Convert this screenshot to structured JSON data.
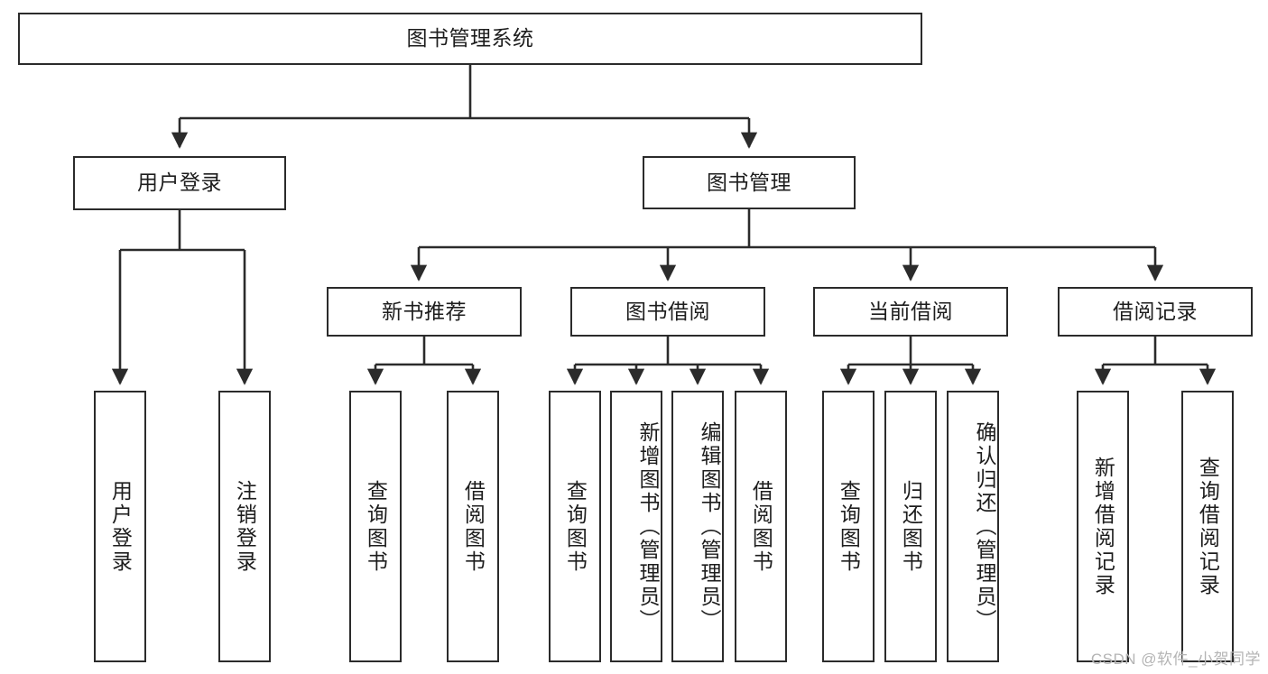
{
  "diagram": {
    "title_node": {
      "label": "图书管理系统"
    },
    "level2": [
      {
        "id": "user-login",
        "label": "用户登录"
      },
      {
        "id": "book-management",
        "label": "图书管理"
      }
    ],
    "level3": [
      {
        "id": "new-book-recommend",
        "label": "新书推荐"
      },
      {
        "id": "book-borrow",
        "label": "图书借阅"
      },
      {
        "id": "current-borrow",
        "label": "当前借阅"
      },
      {
        "id": "borrow-record",
        "label": "借阅记录"
      }
    ],
    "leaves": {
      "user_login": [
        {
          "id": "leaf-user-login",
          "label": "用户登录"
        },
        {
          "id": "leaf-logout-login",
          "label": "注销登录"
        }
      ],
      "new_book_recommend": [
        {
          "id": "leaf-query-book-1",
          "label": "查询图书"
        },
        {
          "id": "leaf-borrow-book-1",
          "label": "借阅图书"
        }
      ],
      "book_borrow": [
        {
          "id": "leaf-query-book-2",
          "label": "查询图书"
        },
        {
          "id": "leaf-add-book",
          "label": "新增图书（管理员）"
        },
        {
          "id": "leaf-edit-book",
          "label": "编辑图书（管理员）"
        },
        {
          "id": "leaf-borrow-book-2",
          "label": "借阅图书"
        }
      ],
      "current_borrow": [
        {
          "id": "leaf-query-book-3",
          "label": "查询图书"
        },
        {
          "id": "leaf-return-book",
          "label": "归还图书"
        },
        {
          "id": "leaf-confirm-return",
          "label": "确认归还（管理员）"
        }
      ],
      "borrow_record": [
        {
          "id": "leaf-add-borrow-record",
          "label": "新增借阅记录"
        },
        {
          "id": "leaf-query-borrow-record",
          "label": "查询借阅记录"
        }
      ]
    }
  },
  "watermark": {
    "text": "CSDN @软件_小贺同学"
  },
  "colors": {
    "stroke": "#2b2b2b",
    "text": "#1d1d1d",
    "background": "#ffffff",
    "watermark": "#b4b4b4"
  }
}
